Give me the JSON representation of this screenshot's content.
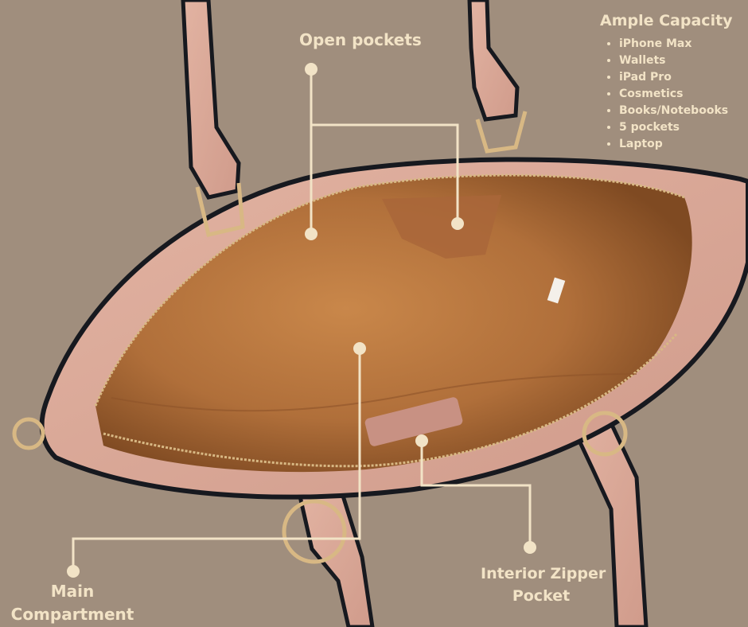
{
  "labels": {
    "open_pockets": "Open pockets",
    "main_compartment": [
      "Main",
      "Compartment"
    ],
    "interior_zipper_pocket": [
      "Interior Zipper",
      "Pocket"
    ]
  },
  "capacity": {
    "title": "Ample Capacity",
    "items": [
      "iPhone Max",
      "Wallets",
      "iPad Pro",
      "Cosmetics",
      "Books/Notebooks",
      "5 pockets",
      "Laptop"
    ]
  },
  "colors": {
    "background": "#a08e7d",
    "text": "#f2e3c6",
    "leather": "#dba99a",
    "trim": "#17191f",
    "lining": "#b5763f",
    "hardware": "#d8b884"
  }
}
